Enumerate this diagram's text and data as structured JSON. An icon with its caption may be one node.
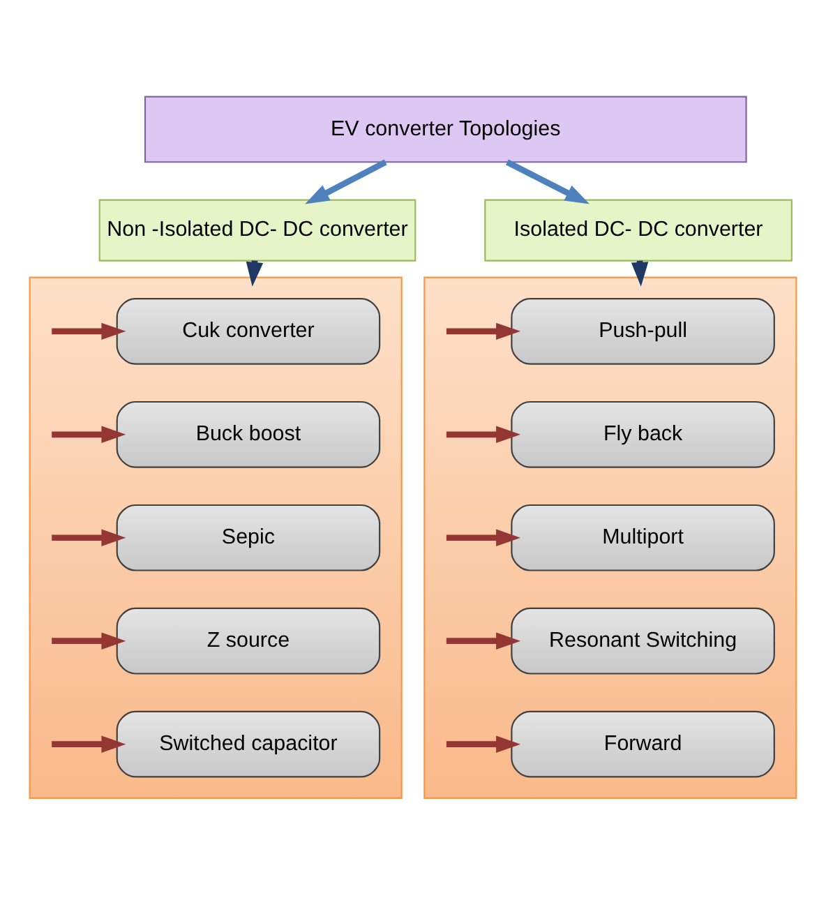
{
  "diagram": {
    "nodes": [
      {
        "text": [
          "EV converter Topologies"
        ]
      },
      {
        "text": [
          "Non -Isolated DC- DC converter"
        ]
      },
      {
        "text": [
          "Isolated DC- DC converter"
        ]
      },
      {
        "text": [],
        "shape": "box"
      },
      {
        "text": [
          "Cuk converter"
        ],
        "in": 3
      },
      {
        "text": [
          "Buck boost"
        ],
        "in": 3
      },
      {
        "text": [
          "Sepic"
        ],
        "in": 3
      },
      {
        "text": [
          "Z source"
        ],
        "in": 3
      },
      {
        "text": [
          "Switched capacitor"
        ],
        "in": 3
      },
      {
        "text": [],
        "shape": "box"
      },
      {
        "text": [
          "Push-pull"
        ],
        "in": 9
      },
      {
        "text": [
          "Fly back"
        ],
        "in": 9
      },
      {
        "text": [
          "Multiport"
        ],
        "in": 9
      },
      {
        "text": [
          "Resonant Switching"
        ],
        "in": 9
      },
      {
        "text": [
          "Forward"
        ],
        "in": 9
      }
    ],
    "edges": [
      {
        "from": 0,
        "to": 1,
        "arrow": "to",
        "color": "#4f81bd"
      },
      {
        "from": 0,
        "to": 2,
        "arrow": "to",
        "color": "#4f81bd"
      },
      {
        "from": 1,
        "to": 3,
        "arrow": "to",
        "color": "#1f3864"
      },
      {
        "from": 2,
        "to": 9,
        "arrow": "to",
        "color": "#1f3864"
      },
      {
        "from": null,
        "to": 4,
        "arrow": "to"
      },
      {
        "from": null,
        "to": 5,
        "arrow": "to"
      },
      {
        "from": null,
        "to": 6,
        "arrow": "to"
      },
      {
        "from": null,
        "to": 7,
        "arrow": "to"
      },
      {
        "from": null,
        "to": 8,
        "arrow": "to"
      },
      {
        "from": null,
        "to": 10,
        "arrow": "to"
      },
      {
        "from": null,
        "to": 11,
        "arrow": "to"
      },
      {
        "from": null,
        "to": 12,
        "arrow": "to"
      },
      {
        "from": null,
        "to": 13,
        "arrow": "to"
      },
      {
        "from": null,
        "to": 14,
        "arrow": "to"
      }
    ]
  }
}
